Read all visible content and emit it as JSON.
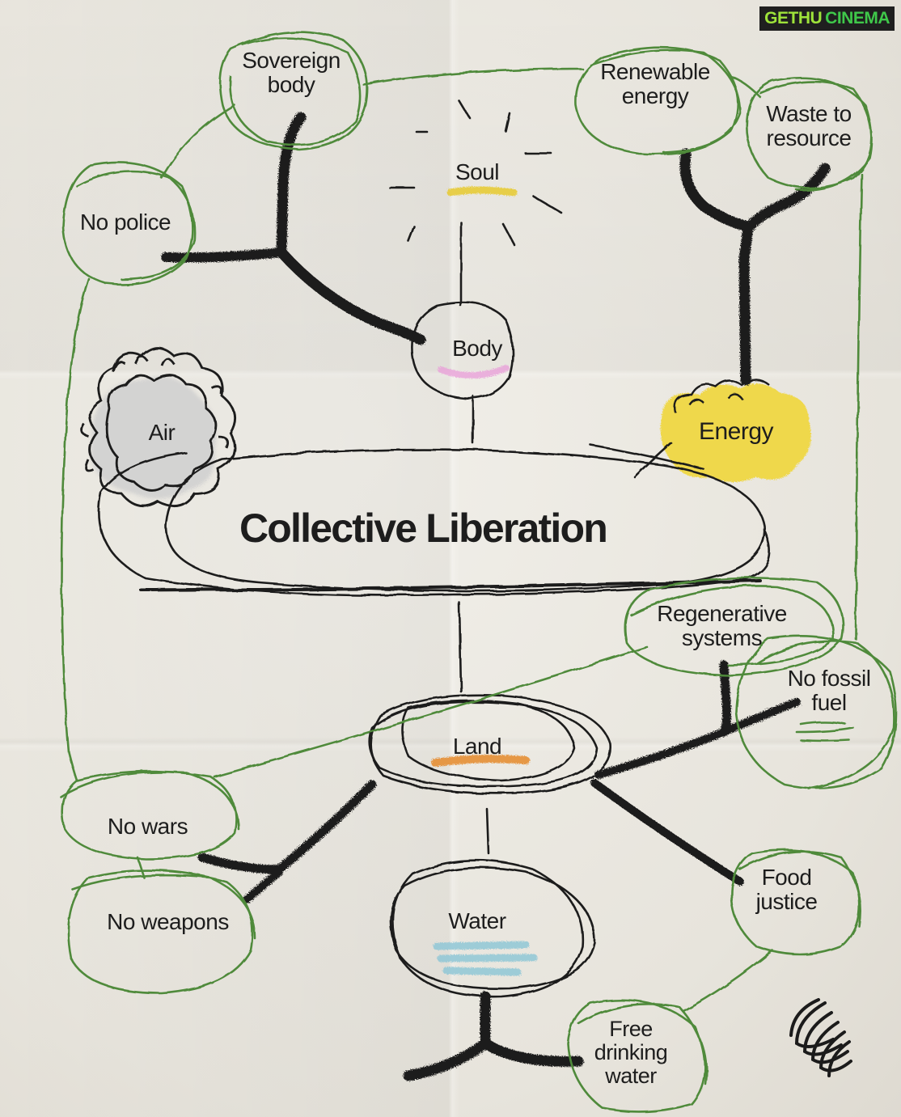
{
  "watermark": {
    "part1": "GETHU",
    "part2": "CINEMA",
    "color1": "#9ee33a",
    "color2": "#3fc84a"
  },
  "title": "Collective Liberation",
  "nodes": {
    "soul": "Soul",
    "body": "Body",
    "air": "Air",
    "energy": "Energy",
    "land": "Land",
    "water": "Water"
  },
  "ideas": {
    "sovereign_body": "Sovereign\nbody",
    "renewable_energy": "Renewable\nenergy",
    "waste_to_resource": "Waste to\nresource",
    "no_police": "No police",
    "regenerative_systems": "Regenerative\nsystems",
    "no_fossil_fuel": "No fossil\nfuel",
    "no_wars": "No wars",
    "no_weapons": "No weapons",
    "food_justice": "Food\njustice",
    "free_drinking_water": "Free\ndrinking\nwater"
  },
  "colors": {
    "ink": "#1b1b1b",
    "green_ink": "#4f8a3a",
    "soul_highlight": "#e6c92e",
    "body_highlight": "#e8a0d8",
    "energy_fill": "#f0d63a",
    "land_highlight": "#e58a2a",
    "water_highlight": "#8fc7d6",
    "air_fill": "#cfcfcf"
  }
}
